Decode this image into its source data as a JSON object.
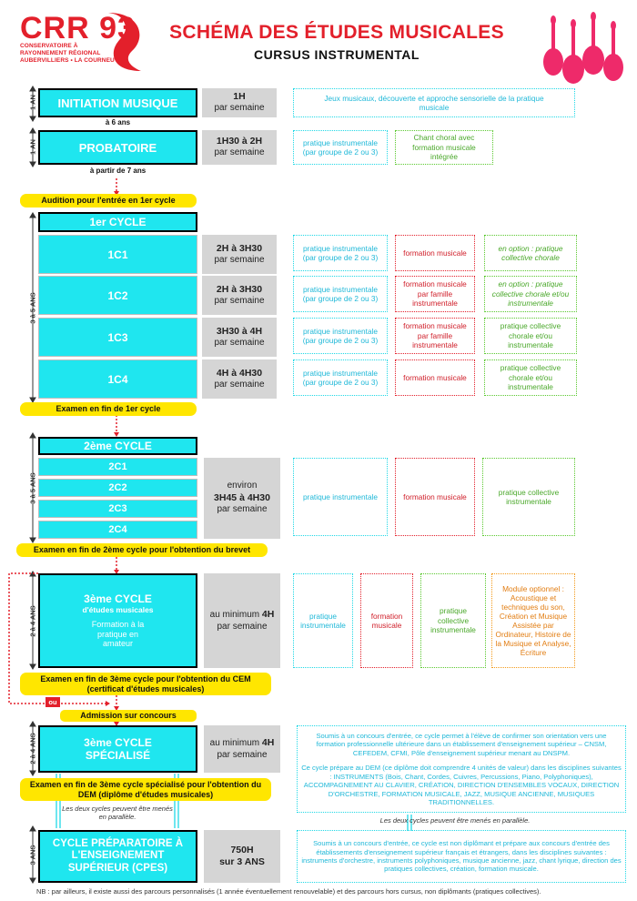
{
  "logo": {
    "big": "CRR 93",
    "line1": "CONSERVATOIRE À RAYONNEMENT RÉGIONAL",
    "line2": "AUBERVILLIERS • LA COURNEUVE"
  },
  "header": {
    "title": "SCHÉMA DES ÉTUDES MUSICALES",
    "subtitle": "CURSUS INSTRUMENTAL"
  },
  "colors": {
    "red": "#e3202b",
    "cyan": "#1fe6ef",
    "yellow": "#ffe600",
    "green": "#5ac82e",
    "orange": "#f39a1a",
    "gray": "#d5d5d5"
  },
  "durations": {
    "a": "1 AN",
    "b": "1 AN",
    "c": "3 à 5 ANS",
    "d": "3 à 5 ANS",
    "e": "2 à 4 ANS",
    "f": "2 à 4 ANS",
    "g": "3 ANS"
  },
  "initiation": {
    "label": "INITIATION MUSIQUE",
    "hours": "1H",
    "per": "par semaine",
    "age": "à 6 ans",
    "desc": "Jeux musicaux, découverte et approche sensorielle de la pratique musicale"
  },
  "probatoire": {
    "label": "PROBATOIRE",
    "hours": "1H30 à 2H",
    "per": "par semaine",
    "age": "à partir de 7 ans",
    "instr": "pratique instrumentale (par groupe de 2 ou 3)",
    "chant": "Chant choral avec formation musicale intégrée"
  },
  "cycle1": {
    "audition": "Audition pour l'entrée en 1er cycle",
    "title": "1er CYCLE",
    "rows": [
      {
        "label": "1C1",
        "hours": "2H à 3H30",
        "per": "par semaine",
        "instr": "pratique instrumentale (par groupe de 2 ou 3)",
        "fm": "formation musicale",
        "opt": "en option : pratique collective chorale"
      },
      {
        "label": "1C2",
        "hours": "2H à 3H30",
        "per": "par semaine",
        "instr": "pratique instrumentale (par groupe de 2 ou 3)",
        "fm": "formation musicale par famille instrumentale",
        "opt": "en option : pratique collective chorale et/ou instrumentale"
      },
      {
        "label": "1C3",
        "hours": "3H30 à 4H",
        "per": "par semaine",
        "instr": "pratique instrumentale (par groupe de 2 ou 3)",
        "fm": "formation musicale par famille instrumentale",
        "opt": "pratique collective chorale et/ou instrumentale"
      },
      {
        "label": "1C4",
        "hours": "4H à 4H30",
        "per": "par semaine",
        "instr": "pratique instrumentale (par groupe de 2 ou 3)",
        "fm": "formation musicale",
        "opt": "pratique collective chorale et/ou instrumentale"
      }
    ],
    "exam": "Examen en fin de 1er cycle"
  },
  "cycle2": {
    "title": "2ème CYCLE",
    "rows": [
      "2C1",
      "2C2",
      "2C3",
      "2C4"
    ],
    "hours_a": "environ",
    "hours_b": "3H45 à 4H30",
    "per": "par semaine",
    "instr": "pratique instrumentale",
    "fm": "formation musicale",
    "coll": "pratique collective instrumentale",
    "exam": "Examen en fin de 2ème cycle pour l'obtention du brevet"
  },
  "cycle3": {
    "title": "3ème CYCLE",
    "sub": "d'études musicales",
    "note": "Formation à la pratique en amateur",
    "hours_a": "au minimum",
    "hours_b": "4H",
    "per": "par semaine",
    "instr": "pratique instrumentale",
    "fm": "formation musicale",
    "coll": "pratique collective instrumentale",
    "module": "Module optionnel : Acoustique et techniques du son, Création et Musique Assistée par Ordinateur, Histoire de la Musique et Analyse, Écriture",
    "exam1": "Examen en fin de 3ème cycle pour l'obtention du CEM",
    "exam2": "(certificat d'études musicales)",
    "ou": "ou",
    "admission": "Admission sur concours"
  },
  "cycle3s": {
    "title1": "3ème CYCLE",
    "title2": "SPÉCIALISÉ",
    "hours_a": "au minimum",
    "hours_b": "4H",
    "per": "par semaine",
    "p1": "Soumis à un concours d'entrée, ce cycle permet à l'élève de confirmer son orientation vers une formation professionnelle ultérieure dans un établissement d'enseignement supérieur – CNSM, CEFEDEM, CFMI, Pôle d'enseignement supérieur menant au DNSPM.",
    "p2": "Ce cycle prépare au DEM (ce diplôme doit comprendre 4 unités de valeur) dans les disciplines suivantes : INSTRUMENTS (Bois, Chant, Cordes, Cuivres, Percussions, Piano, Polyphoniques), ACCOMPAGNEMENT AU CLAVIER, CRÉATION, DIRECTION D'ENSEMBLES VOCAUX, DIRECTION D'ORCHESTRE, FORMATION MUSICALE, JAZZ, MUSIQUE ANCIENNE, MUSIQUES TRADITIONNELLES.",
    "exam1": "Examen en fin de 3ème cycle spécialisé pour l'obtention du",
    "exam2": "DEM (diplôme d'études musicales)",
    "parallel": "Les deux cycles peuvent être menés en parallèle."
  },
  "cpes": {
    "title": "CYCLE PRÉPARATOIRE À L'ENSEIGNEMENT SUPÉRIEUR (CPES)",
    "hours_a": "750H",
    "hours_b": "sur 3 ANS",
    "desc": "Soumis à un concours d'entrée, ce cycle est non diplômant et prépare aux concours d'entrée des établissements d'enseignement supérieur français et étrangers, dans les disciplines suivantes : instruments d'orchestre, instruments polyphoniques, musique ancienne, jazz, chant lyrique, direction des pratiques collectives, création, formation musicale."
  },
  "footer": "NB : par ailleurs, il existe aussi des parcours personnalisés (1 année éventuellement renouvelable) et des parcours hors cursus, non diplômants (pratiques collectives)."
}
